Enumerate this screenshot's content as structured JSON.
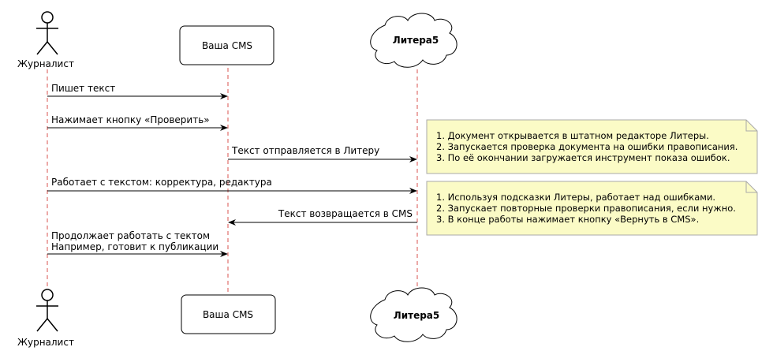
{
  "participants": {
    "journalist": {
      "label": "Журналист"
    },
    "cms": {
      "label": "Ваша CMS"
    },
    "litera": {
      "label": "Литера5"
    }
  },
  "messages": [
    {
      "text": "Пишет текст"
    },
    {
      "text": "Нажимает кнопку «Проверить»"
    },
    {
      "text": "Текст отправляется в Литеру"
    },
    {
      "text": "Работает с текстом: корректура, редактура"
    },
    {
      "text": "Текст возвращается в CMS"
    },
    {
      "lines": [
        "Продолжает работать с тектом",
        "Например, готовит к публикации"
      ]
    }
  ],
  "notes": [
    {
      "lines": [
        "1. Документ открывается в штатном редакторе Литеры.",
        "2. Запускается проверка документа на ошибки правописания.",
        "3. По её окончании загружается инструмент показа ошибок."
      ]
    },
    {
      "lines": [
        "1. Используя подсказки Литеры, работает над ошибками.",
        "2. Запускает повторные проверки правописания, если нужно.",
        "3. В конце работы нажимает кнопку «Вернуть в CMS»."
      ]
    }
  ],
  "colors": {
    "lifeline": "#d9534f",
    "note_fill": "#fbfbc6",
    "note_stroke": "#a9a9a9",
    "line": "#000000"
  }
}
